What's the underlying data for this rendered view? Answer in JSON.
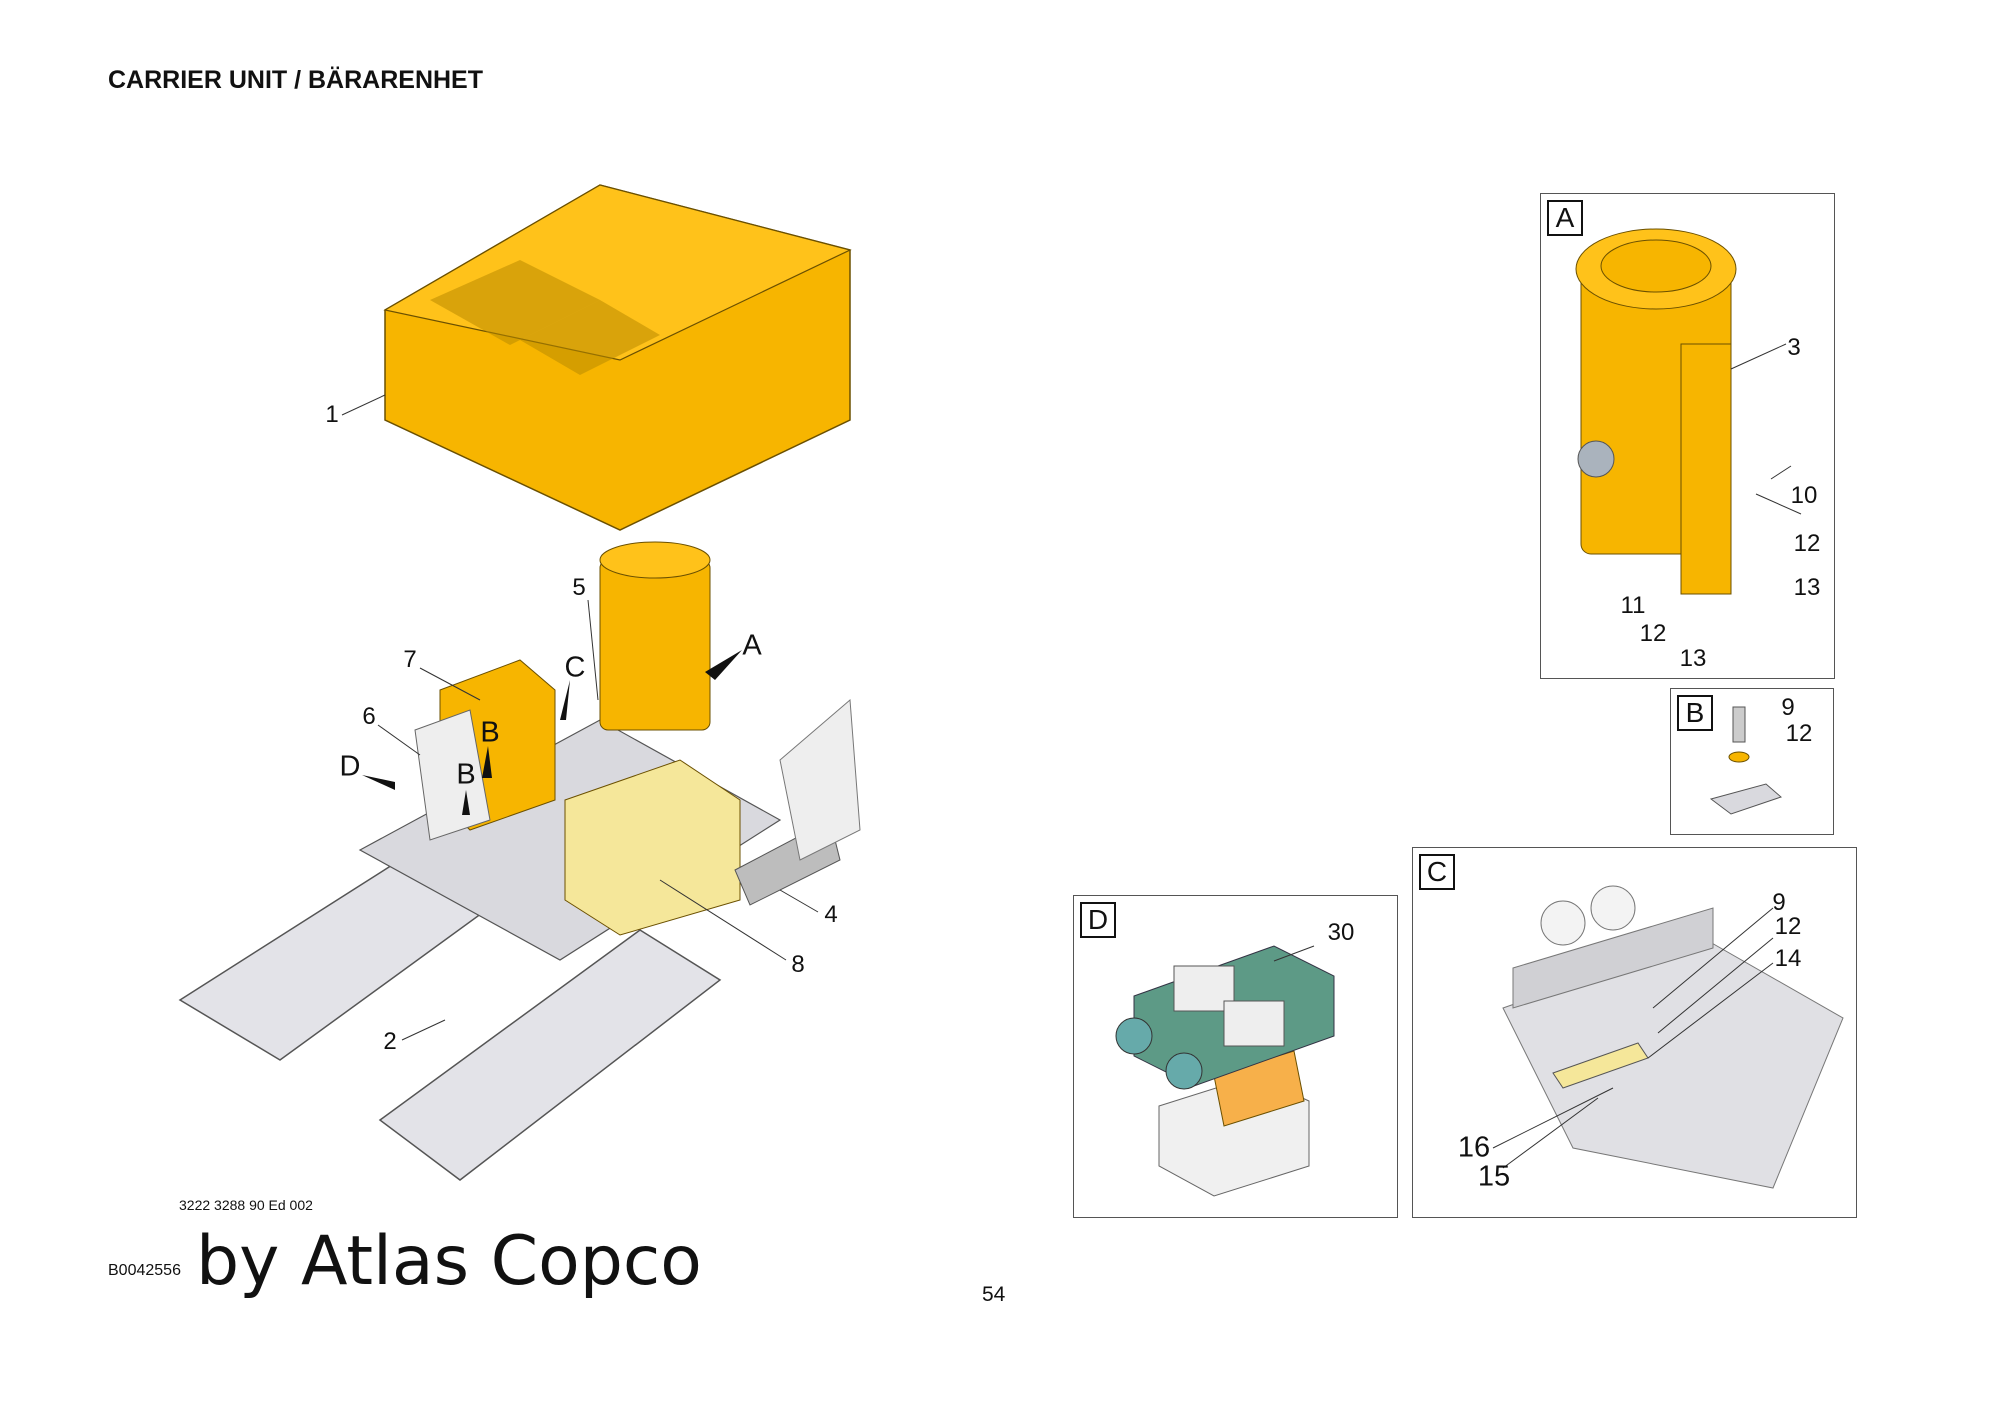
{
  "header": {
    "title": "CARRIER UNIT / BÄRARENHET"
  },
  "main_drawing": {
    "callouts": [
      "1",
      "2",
      "4",
      "5",
      "6",
      "7",
      "8",
      "A",
      "B",
      "B",
      "C",
      "D"
    ]
  },
  "detail_a": {
    "tag": "A",
    "callouts": [
      "3",
      "10",
      "12",
      "13",
      "11",
      "12",
      "13"
    ]
  },
  "detail_b": {
    "tag": "B",
    "callouts": [
      "9",
      "12"
    ]
  },
  "detail_c": {
    "tag": "C",
    "callouts": [
      "9",
      "12",
      "14",
      "16",
      "15"
    ]
  },
  "detail_d": {
    "tag": "D",
    "callouts": [
      "30"
    ]
  },
  "footer": {
    "doc_number": "3222 3288 90 Ed 002",
    "image_code": "B0042556",
    "brand": "by Atlas Copco",
    "page_number": "54"
  },
  "colors": {
    "yellow": "#f7b500",
    "light_yellow": "#f5e79a",
    "gray": "#d9d9de"
  }
}
